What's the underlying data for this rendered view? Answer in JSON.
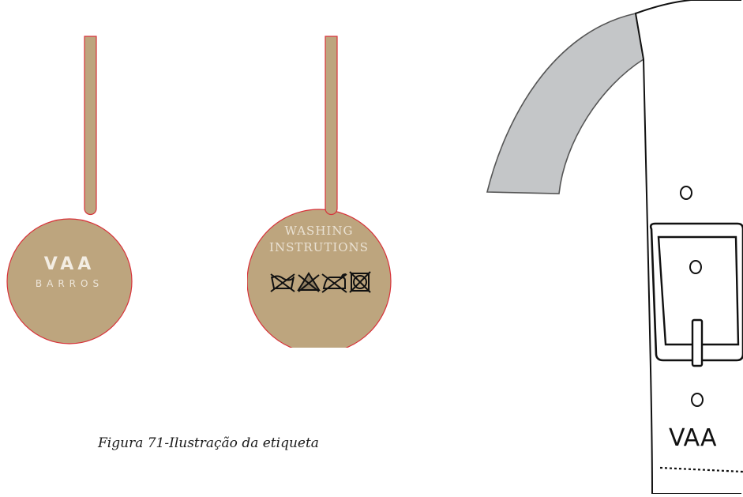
{
  "tag_front": {
    "brand": "VAA",
    "sub_brand": "BARROS"
  },
  "tag_back": {
    "line1": "WASHING",
    "line2": "INSTRUTIONS",
    "care_icons": [
      "do-not-wash-icon",
      "do-not-bleach-icon",
      "do-not-iron-icon",
      "do-not-tumble-dry-icon"
    ]
  },
  "caption": "Figura 71-Ilustração da etiqueta",
  "belt": {
    "label": "VAA"
  },
  "colors": {
    "tag_fill": "#bda57e",
    "tag_border": "#d8323a",
    "tag_text": "#f3ede3",
    "belt_grey": "#c4c6c8"
  }
}
